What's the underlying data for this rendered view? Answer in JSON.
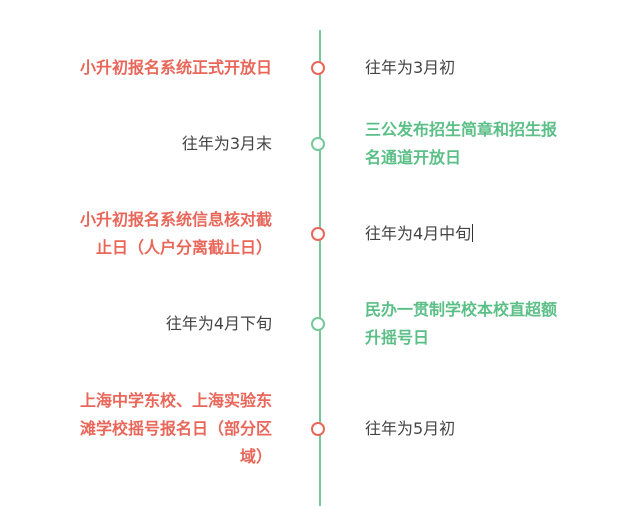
{
  "events": [
    {
      "title": "小升初报名系统正式开放日",
      "date": "往年为3月初"
    },
    {
      "title": "三公发布招生简章和招生报名通道开放日",
      "title_line1": "三公发布招生简章和招生报",
      "title_line2": "名通道开放日",
      "date": "往年为3月末"
    },
    {
      "title": "小升初报名系统信息核对截止日（人户分离截止日）",
      "title_line1": "小升初报名系统信息核对截",
      "title_line2": "止日（人户分离截止日）",
      "date": "往年为4月中旬"
    },
    {
      "title": "民办一贯制学校本校直超额升摇号日",
      "title_line1": "民办一贯制学校本校直超额",
      "title_line2": "升摇号日",
      "date": "往年为4月下旬"
    },
    {
      "title": "上海中学东校、上海实验东滩学校摇号报名日（部分区域）",
      "title_line1": "上海中学东校、上海实验东",
      "title_line2": "滩学校摇号报名日（部分区",
      "title_line3": "域）",
      "date": "往年为5月初"
    }
  ],
  "colors": {
    "accent_red": "#e8675a",
    "accent_green": "#5cbf87",
    "line": "#77c89a"
  }
}
